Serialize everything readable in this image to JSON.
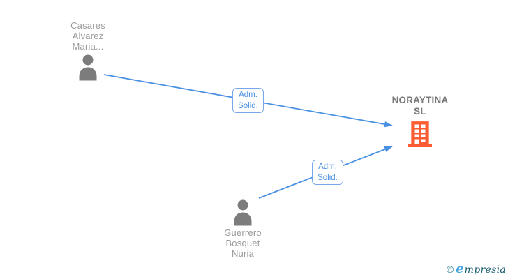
{
  "colors": {
    "arrow": "#4a90e2",
    "edge-label-border": "#77a8eb",
    "edge-label-text": "#4a90e2",
    "person-icon": "#7c7c7c",
    "person-label": "#9b9b9b",
    "company-label": "#787878",
    "building": "#fb5c33",
    "building-window": "#ffffff",
    "logo-copyright": "#1f7d92",
    "logo-initial": "#3fa3e0",
    "logo-rest": "#15586d"
  },
  "diagram": {
    "nodes": [
      {
        "id": "casares-alvarez-maria",
        "type": "person",
        "label": "Casares\nAlvarez\nMaria...",
        "icon": "person-icon"
      },
      {
        "id": "guerrero-bosquet-nuria",
        "type": "person",
        "label": "Guerrero\nBosquet\nNuria",
        "icon": "person-icon"
      },
      {
        "id": "noraytina-sl",
        "type": "company",
        "label": "NORAYTINA\nSL",
        "icon": "building-icon"
      }
    ],
    "edges": [
      {
        "from": "casares-alvarez-maria",
        "to": "noraytina-sl",
        "label": "Adm.\nSolid."
      },
      {
        "from": "guerrero-bosquet-nuria",
        "to": "noraytina-sl",
        "label": "Adm.\nSolid."
      }
    ]
  },
  "watermark": {
    "copyright": "©",
    "brand_initial": "e",
    "brand_rest": "mpresia"
  }
}
